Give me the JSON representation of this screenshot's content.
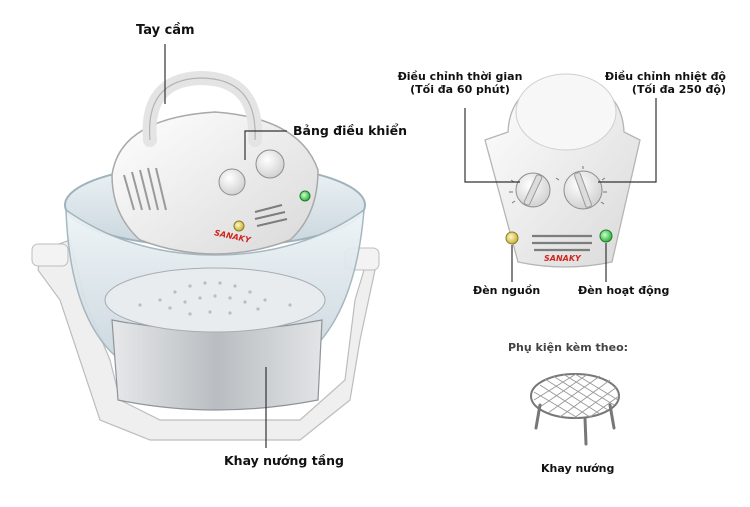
{
  "labels": {
    "handle": "Tay cầm",
    "control_panel": "Bảng điều khiển",
    "rack_tiered": "Khay nướng tầng",
    "timer_line1": "Điều chỉnh thời gian",
    "timer_line2": "(Tối đa 60 phút)",
    "temp_line1": "Điều chỉnh nhiệt độ",
    "temp_line2": "(Tối đa 250 độ)",
    "power_light": "Đèn nguồn",
    "active_light": "Đèn hoạt động",
    "accessories": "Phụ kiện kèm theo:",
    "rack": "Khay nướng"
  },
  "brand": {
    "name": "SANAKY",
    "color": "#d0261f"
  },
  "colors": {
    "leader_line": "#333333",
    "body": "#f1f1f1",
    "glass": "#dfe9ef",
    "steel": "#c7cbcf",
    "power_led": "#d8c24a",
    "active_led": "#3fc24a"
  }
}
